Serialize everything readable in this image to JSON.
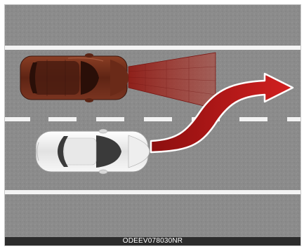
{
  "figure": {
    "caption": "ODEEV078030NR",
    "colors": {
      "asphalt": "#8a8a8a",
      "lane_marking": "#f2f2f2",
      "sensing_zone": "#a02020",
      "arrow": "#b51818",
      "front_car_body": "#6b2a1a",
      "own_car_body": "#f4f4f4"
    },
    "elements": {
      "front_vehicle": "vehicle-ahead",
      "own_vehicle": "own-vehicle",
      "sensor_cone": "radar-detection-zone",
      "maneuver": "lane-change-arrow"
    }
  }
}
